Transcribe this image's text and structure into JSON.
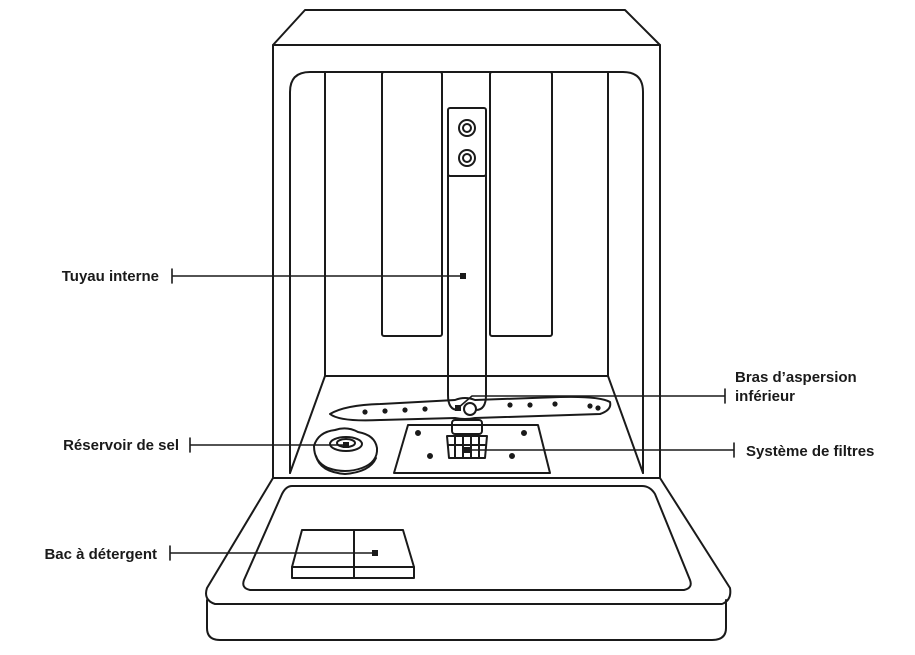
{
  "diagram": {
    "labels": {
      "tuyau_interne": "Tuyau interne",
      "reservoir_sel": "Réservoir de sel",
      "bac_detergent": "Bac à détergent",
      "bras_line1": "Bras d’aspersion",
      "bras_line2": "inférieur",
      "systeme_filtres": "Système de filtres"
    },
    "colors": {
      "stroke": "#1a1a1a",
      "text": "#1a1a1a",
      "background": "#ffffff"
    }
  }
}
